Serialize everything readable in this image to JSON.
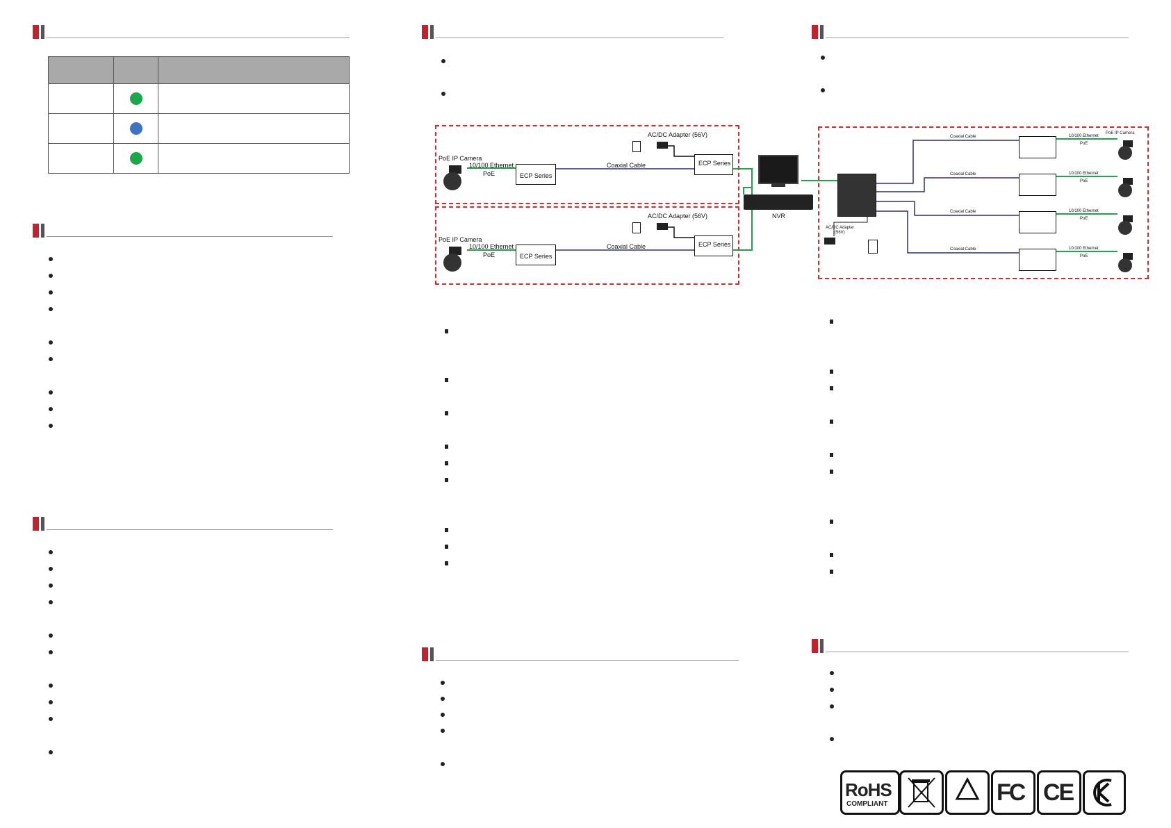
{
  "colors": {
    "accent_red": "#c8202b",
    "accent_gray": "#555555",
    "led_green": "#1aa84a",
    "led_blue": "#3b74c4",
    "cable_blue": "#2c2a8c",
    "cable_green": "#1aa84a",
    "frame_red": "#e0262b"
  },
  "led_table": {
    "rows": [
      {
        "color": "green"
      },
      {
        "color": "blue"
      },
      {
        "color": "green"
      }
    ]
  },
  "diagram1": {
    "camera_label": "PoE IP Camera",
    "ethernet_label": "10/100 Ethernet",
    "poe_label": "PoE",
    "device_label": "ECP Series",
    "coax_label": "Coaxial Cable",
    "adapter_label": "AC/DC Adapter (56V)",
    "nvr_label": "NVR"
  },
  "diagram2": {
    "coax_label": "Coaxial Cable",
    "ethernet_label": "10/100 Ethernet",
    "poe_label": "PoE",
    "camera_label": "PoE IP Camera",
    "adapter_label": "AC/DC Adapter",
    "adapter_voltage": "(56V)"
  },
  "certifications": {
    "rohs": "RoHS",
    "rohs_sub": "COMPLIANT",
    "fc": "FC",
    "ce": "CE"
  }
}
